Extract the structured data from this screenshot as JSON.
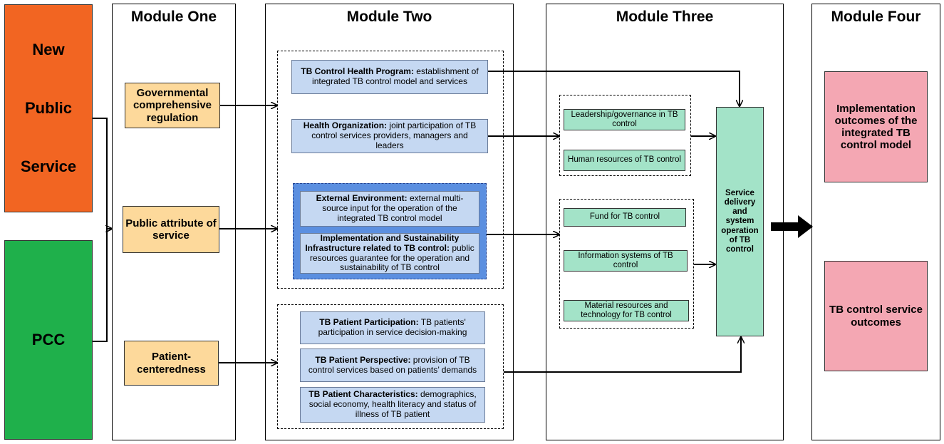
{
  "theories": {
    "new_public_service": [
      "New",
      "Public",
      "Service"
    ],
    "pcc": "PCC"
  },
  "modules": {
    "one": {
      "title": "Module One",
      "items": [
        "Governmental comprehensive regulation",
        "Public attribute of service",
        "Patient-centeredness"
      ]
    },
    "two": {
      "title": "Module Two",
      "program": {
        "bold": "TB Control Health Program:",
        "text": " establishment of integrated TB control model and services"
      },
      "organization": {
        "bold": "Health Organization:",
        "text": " joint participation of TB control services providers, managers and leaders"
      },
      "external": {
        "bold": "External Environment:",
        "text": " external multi-source input for the operation of the integrated TB control model"
      },
      "infrastructure": {
        "bold": "Implementation and Sustainability Infrastructure related to TB control:",
        "text": " public resources guarantee for the operation and sustainability of TB control"
      },
      "participation": {
        "bold": "TB Patient Participation:",
        "text": " TB patients' participation in service decision-making"
      },
      "perspective": {
        "bold": "TB Patient Perspective:",
        "text": " provision of TB control services based on patients’ demands"
      },
      "characteristics": {
        "bold": "TB Patient Characteristics:",
        "text": " demographics, social economy, health literacy and status of illness of TB patient"
      }
    },
    "three": {
      "title": "Module Three",
      "group_a": [
        "Leadership/governance in TB control",
        "Human resources of TB control"
      ],
      "group_b": [
        "Fund for TB control",
        "Information systems of TB control",
        "Material resources and technology for TB control"
      ],
      "service": "Service delivery and system operation of TB control"
    },
    "four": {
      "title": "Module Four",
      "outcomes": [
        "Implementation outcomes of the integrated TB control model",
        "TB control service outcomes"
      ]
    }
  },
  "colors": {
    "orange": "#f26522",
    "green": "#1fb04b",
    "tan": "#fdd99b",
    "blue": "#c5d8f2",
    "deep_blue": "#5b8fe0",
    "mint": "#a3e3c8",
    "pink": "#f4a7b3"
  }
}
